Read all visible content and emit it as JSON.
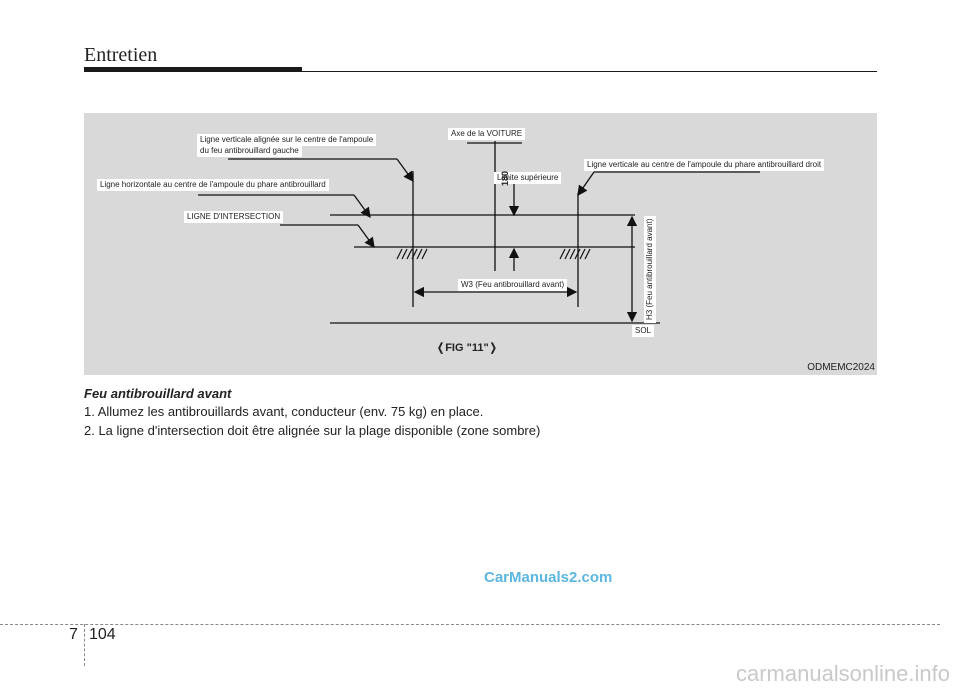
{
  "header": {
    "title": "Entretien"
  },
  "figure": {
    "labels": {
      "vertical_left": "Ligne verticale alignée sur le centre de l'ampoule",
      "vertical_left_2": "du feu antibrouillard gauche",
      "car_axis": "Axe de la VOITURE",
      "upper_limit": "Limite supérieure",
      "vertical_right": "Ligne verticale au centre de l'ampoule du phare antibrouillard droit",
      "horizontal": "Ligne horizontale au centre de l'ampoule du phare antibrouillard",
      "intersection": "LIGNE D'INTERSECTION",
      "distance_180": "180",
      "w3": "W3 (Feu antibrouillard avant)",
      "h3": "H3 (Feu antibrouillard avant)",
      "ground": "SOL"
    },
    "caption": "❬FIG \"11\"❭",
    "code": "ODMEMC2024"
  },
  "section": {
    "title": "Feu antibrouillard avant",
    "steps": [
      "1. Allumez les antibrouillards avant, conducteur (env. 75 kg) en place.",
      "2. La ligne d'intersection doit être alignée sur la plage disponible (zone sombre)"
    ]
  },
  "watermark_link": "CarManuals2.com",
  "footer": {
    "chapter": "7",
    "page": "104",
    "watermark": "carmanualsonline.info"
  }
}
